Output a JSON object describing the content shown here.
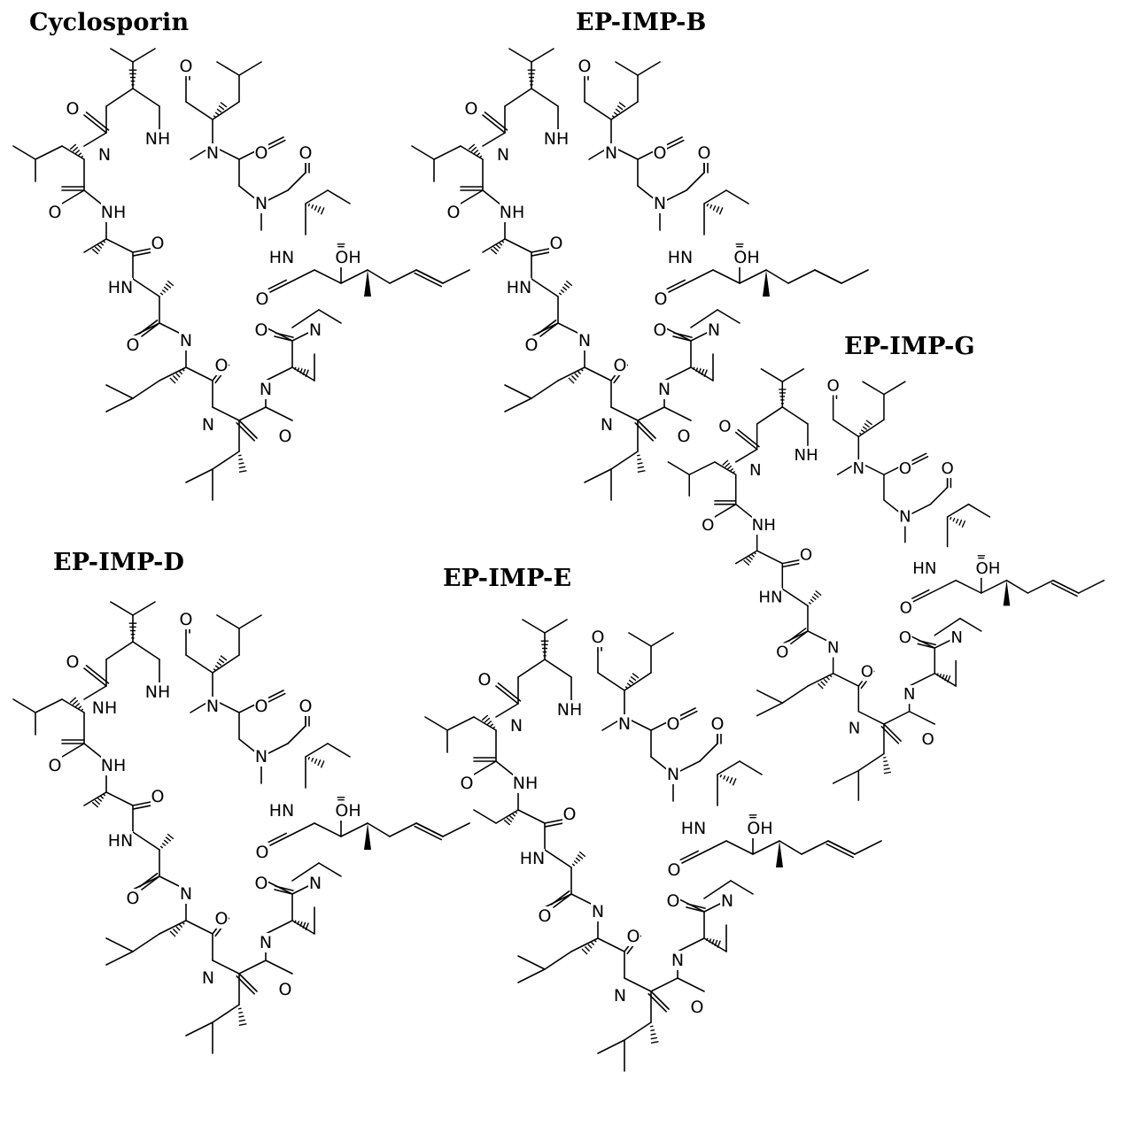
{
  "structures": [
    {
      "id": "cyclosporin",
      "title": "Cyclosporin",
      "variant": "csa"
    },
    {
      "id": "ep-imp-b",
      "title": "EP-IMP-B",
      "variant": "b"
    },
    {
      "id": "ep-imp-g",
      "title": "EP-IMP-G",
      "variant": "g"
    },
    {
      "id": "ep-imp-d",
      "title": "EP-IMP-D",
      "variant": "d"
    },
    {
      "id": "ep-imp-e",
      "title": "EP-IMP-E",
      "variant": "e"
    }
  ],
  "atom_labels": {
    "oxygen": "O",
    "amide_nh": "NH",
    "nh_left": "HN",
    "nitrogen": "N",
    "hydroxyl": "OH"
  }
}
